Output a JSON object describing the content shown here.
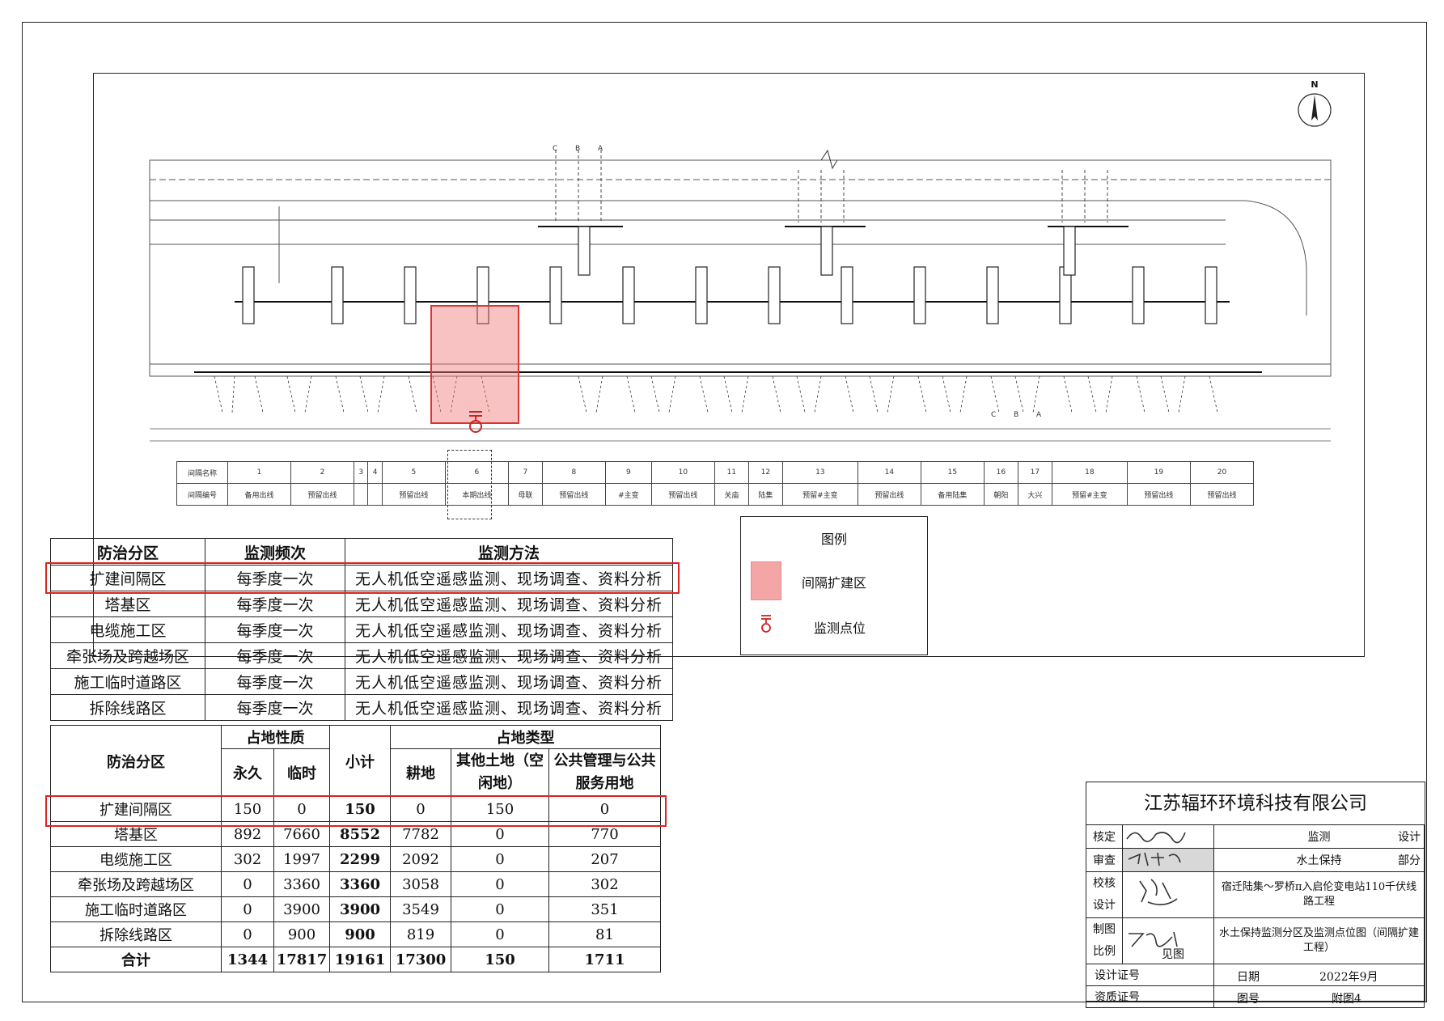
{
  "drawing": {
    "north_label": "N",
    "phase_labels": [
      "C",
      "B",
      "A"
    ],
    "bay_table": {
      "row1_header": "间隔名称",
      "row2_header": "间隔编号",
      "numbers": [
        "1",
        "2",
        "3",
        "4",
        "5",
        "6",
        "7",
        "8",
        "9",
        "10",
        "11",
        "12",
        "13",
        "14",
        "15",
        "16",
        "17",
        "18",
        "19",
        "20"
      ],
      "names": [
        "备用出线",
        "预留出线",
        "",
        "",
        "预留出线",
        "本期出线",
        "母联",
        "预留出线",
        "#主变",
        "预留出线",
        "关庙",
        "陆集",
        "预留#主变",
        "预留出线",
        "备用陆集",
        "朝阳",
        "大兴",
        "预留#主变",
        "预留出线",
        "预留出线"
      ]
    }
  },
  "legend": {
    "title": "图例",
    "items": [
      {
        "label": "间隔扩建区",
        "color": "#f4a6a6"
      },
      {
        "label": "监测点位",
        "icon": "monitor-point-icon",
        "color": "#cc2222"
      }
    ]
  },
  "monitor_table": {
    "headers": [
      "防治分区",
      "监测频次",
      "监测方法"
    ],
    "rows": [
      [
        "扩建间隔区",
        "每季度一次",
        "无人机低空遥感监测、现场调查、资料分析"
      ],
      [
        "塔基区",
        "每季度一次",
        "无人机低空遥感监测、现场调查、资料分析"
      ],
      [
        "电缆施工区",
        "每季度一次",
        "无人机低空遥感监测、现场调查、资料分析"
      ],
      [
        "牵张场及跨越场区",
        "每季度一次",
        "无人机低空遥感监测、现场调查、资料分析"
      ],
      [
        "施工临时道路区",
        "每季度一次",
        "无人机低空遥感监测、现场调查、资料分析"
      ],
      [
        "拆除线路区",
        "每季度一次",
        "无人机低空遥感监测、现场调查、资料分析"
      ]
    ],
    "highlight_row": 0
  },
  "land_table": {
    "h_zone": "防治分区",
    "h_nature": "占地性质",
    "h_perm": "永久",
    "h_temp": "临时",
    "h_subtotal": "小计",
    "h_type": "占地类型",
    "h_farm": "耕地",
    "h_other": "其他土地（空闲地）",
    "h_public": "公共管理与公共服务用地",
    "rows": [
      [
        "扩建间隔区",
        "150",
        "0",
        "150",
        "0",
        "150",
        "0"
      ],
      [
        "塔基区",
        "892",
        "7660",
        "8552",
        "7782",
        "0",
        "770"
      ],
      [
        "电缆施工区",
        "302",
        "1997",
        "2299",
        "2092",
        "0",
        "207"
      ],
      [
        "牵张场及跨越场区",
        "0",
        "3360",
        "3360",
        "3058",
        "0",
        "302"
      ],
      [
        "施工临时道路区",
        "0",
        "3900",
        "3900",
        "3549",
        "0",
        "351"
      ],
      [
        "拆除线路区",
        "0",
        "900",
        "900",
        "819",
        "0",
        "81"
      ],
      [
        "合计",
        "1344",
        "17817",
        "19161",
        "17300",
        "150",
        "1711"
      ]
    ],
    "highlight_row": 0
  },
  "title_block": {
    "company": "江苏辐环环境科技有限公司",
    "left_labels": [
      "核定",
      "审查",
      "校核",
      "设计",
      "制图",
      "比例"
    ],
    "scale_value": "见图",
    "dept_monitor": "监测",
    "dept_design": "设计",
    "dept_soil": "水土保持",
    "dept_part": "部分",
    "project": "宿迁陆集～罗桥π入启伦变电站110千伏线路工程",
    "drawing_title": "水土保持监测分区及监测点位图（间隔扩建工程）",
    "cert_design": "设计证号",
    "cert_quality": "资质证号",
    "date_label": "日期",
    "date_value": "2022年9月",
    "fig_label": "图号",
    "fig_value": "附图4"
  }
}
